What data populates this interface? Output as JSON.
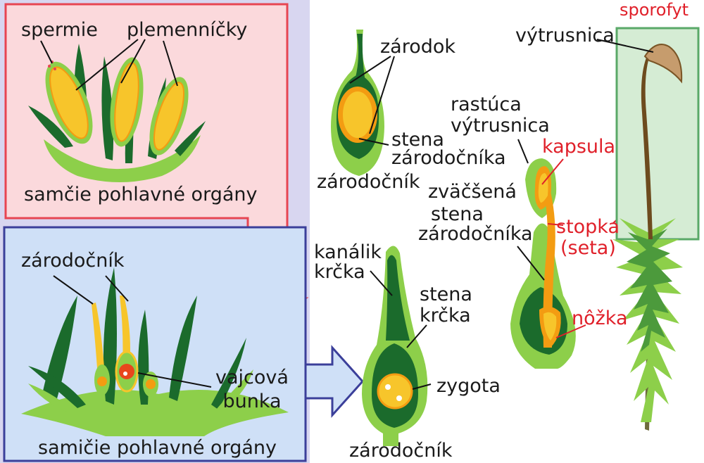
{
  "male": {
    "spermie": "spermie",
    "plemennicky": "plemenníčky",
    "title": "samčie pohlavné orgány"
  },
  "female": {
    "zarodocnik": "zárodočník",
    "vajcova_1": "vajcová",
    "vajcova_2": "bunka",
    "title": "samičie pohlavné orgány"
  },
  "archegonium_top": {
    "zarodok": "zárodok",
    "stena_1": "stena",
    "stena_2": "zárodočníka",
    "zarodocnik": "zárodočník"
  },
  "archegonium_bottom": {
    "kanalik_1": "kanálik",
    "kanalik_2": "krčka",
    "stena_krcka_1": "stena",
    "stena_krcka_2": "krčka",
    "zygota": "zygota",
    "zarodocnik": "zárodočník"
  },
  "growing": {
    "rastuca_1": "rastúca",
    "rastuca_2": "výtrusnica",
    "kapsula": "kapsula",
    "zvacsena": "zväčšená",
    "stena_1": "stena",
    "stena_2": "zárodočníka",
    "stopka_1": "stopka",
    "stopka_2": "(seta)",
    "nozka": "nôžka"
  },
  "sporophyte": {
    "title": "sporofyt",
    "vytrusnica": "výtrusnica"
  },
  "colors": {
    "male_box_fill": "#fbd9dc",
    "male_box_stroke": "#e74552",
    "female_box_fill": "#cfe0f7",
    "female_box_stroke": "#3b3f9a",
    "panel_bg": "#d8d6f0",
    "dark_green": "#1b6b2c",
    "light_green": "#8dcf4a",
    "orange": "#f39c12",
    "yellow": "#f7c52b",
    "label_red": "#e0202a",
    "sporophyte_box_fill": "#d5ecd4",
    "sporophyte_box_stroke": "#5aa968",
    "capsule_brown": "#c69c6d"
  }
}
